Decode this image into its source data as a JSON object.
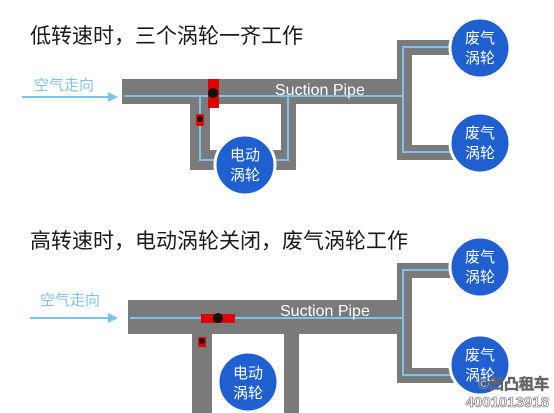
{
  "scenes": [
    {
      "caption": "低转速时，三个涡轮一齐工作",
      "airflow_label": "空气走向",
      "pipe_label": "Suction Pipe",
      "electric_turbo": [
        "电动",
        "涡轮"
      ],
      "exhaust_turbo_top": [
        "废气",
        "涡轮"
      ],
      "exhaust_turbo_bottom": [
        "废气",
        "涡轮"
      ]
    },
    {
      "caption": "高转速时，电动涡轮关闭，废气涡轮工作",
      "airflow_label": "空气走向",
      "pipe_label": "Suction Pipe",
      "electric_turbo": [
        "电动",
        "涡轮"
      ],
      "exhaust_turbo_top": [
        "废气",
        "涡轮"
      ],
      "exhaust_turbo_bottom": [
        "废气",
        "涡轮"
      ]
    }
  ],
  "watermark": {
    "brand": "©凹凸租车",
    "phone": "4001013918"
  },
  "colors": {
    "pipe": "#7a7a7a",
    "airflow_line": "#7ec3ef",
    "turbo_fill": "#1f5fd0",
    "turbo_stroke": "#ffffff",
    "valve": "#e00000",
    "valve_dot": "#111111"
  }
}
